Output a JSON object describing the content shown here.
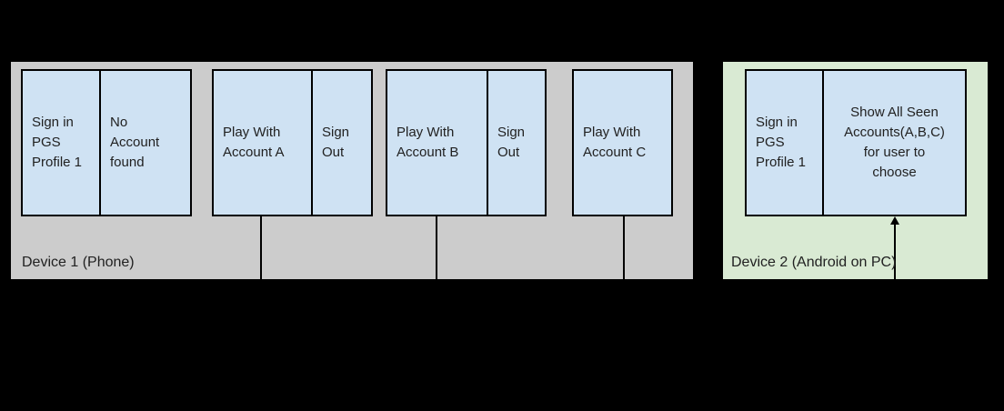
{
  "colors": {
    "background": "#000000",
    "device1_panel": "#cccccc",
    "device2_panel": "#d9ead3",
    "box_fill": "#cfe2f3",
    "box_border": "#000000",
    "connector": "#000000",
    "text": "#212121"
  },
  "device1": {
    "label": "Device 1 (Phone)",
    "boxes": {
      "signin": "Sign in\nPGS\nProfile 1",
      "no_account": "No\nAccount\nfound",
      "play_a": "Play With\nAccount A",
      "signout_a": "Sign\nOut",
      "play_b": "Play With\nAccount B",
      "signout_b": "Sign\nOut",
      "play_c": "Play With\nAccount C"
    }
  },
  "device2": {
    "label": "Device 2 (Android on PC)",
    "boxes": {
      "signin": "Sign in\nPGS\nProfile 1",
      "show_accounts": "Show All Seen\nAccounts(A,B,C)\nfor user to\nchoose"
    }
  }
}
